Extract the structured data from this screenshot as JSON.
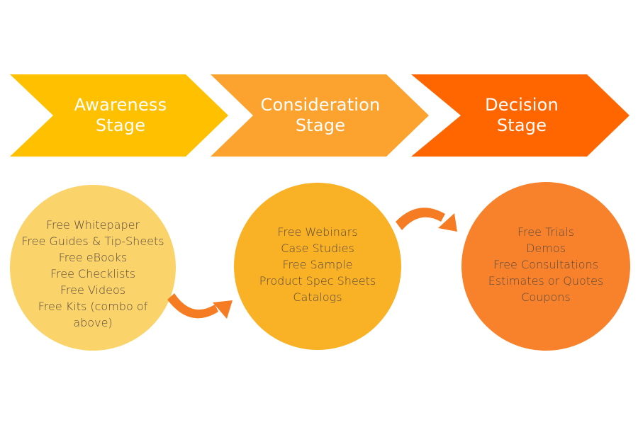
{
  "stages": [
    {
      "title_line1": "Awareness",
      "title_line2": "Stage",
      "chevron_color": "#FFC000",
      "circle_color": "#FAD36A",
      "tactics": [
        "Free Whitepaper",
        "Free Guides & Tip-Sheets",
        "Free eBooks",
        "Free Checklists",
        "Free Videos",
        "Free Kits (combo  of",
        "above)"
      ]
    },
    {
      "title_line1": "Consideration",
      "title_line2": "Stage",
      "chevron_color": "#FBA22F",
      "circle_color": "#F9B125",
      "tactics": [
        "Free Webinars",
        "Case Studies",
        "Free Sample",
        "Product Spec Sheets",
        "Catalogs"
      ]
    },
    {
      "title_line1": "Decision",
      "title_line2": "Stage",
      "chevron_color": "#FF6600",
      "circle_color": "#F8822B",
      "tactics": [
        "Free Trials",
        "Demos",
        "Free Consultations",
        "Estimates  or Quotes",
        "Coupons"
      ]
    }
  ],
  "arrow_color": "#F57C22",
  "text_color": "#5A4A3F"
}
